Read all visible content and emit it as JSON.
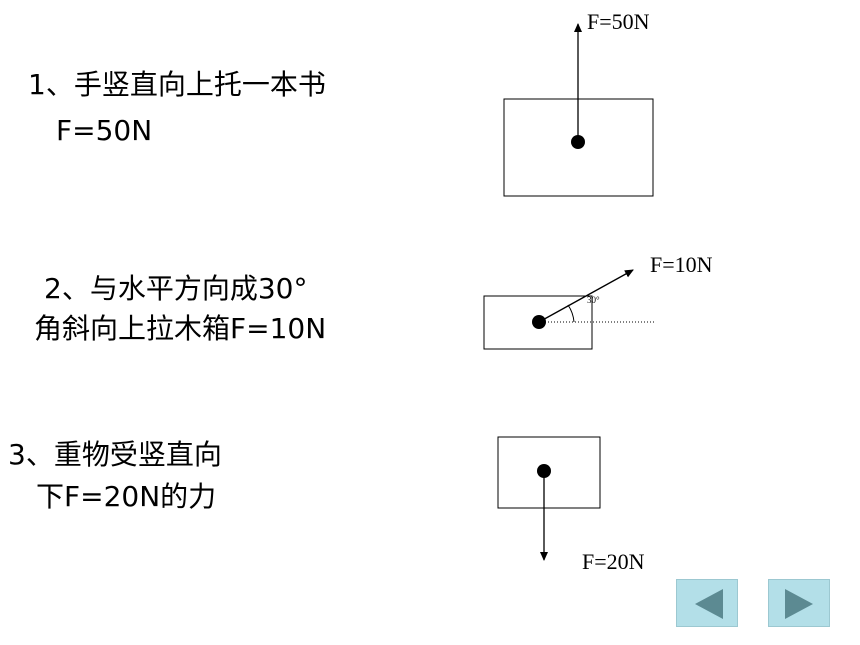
{
  "items": [
    {
      "line1": "1、手竖直向上托一本书",
      "line2": "F=50N"
    },
    {
      "line1": "2、与水平方向成30°",
      "line2": "角斜向上拉木箱F=10N"
    },
    {
      "line1": "3、重物受竖直向",
      "line2": "下F=20N的力"
    }
  ],
  "diagrams": {
    "force1_label": "F=50N",
    "force2_label": "F=10N",
    "angle_label": "30°",
    "force3_label": "F=20N"
  },
  "nav": {
    "prev_icon": "triangle-left-icon",
    "next_icon": "triangle-right-icon",
    "button_color": "#b3dfe8",
    "arrow_color": "#5c8a92"
  }
}
